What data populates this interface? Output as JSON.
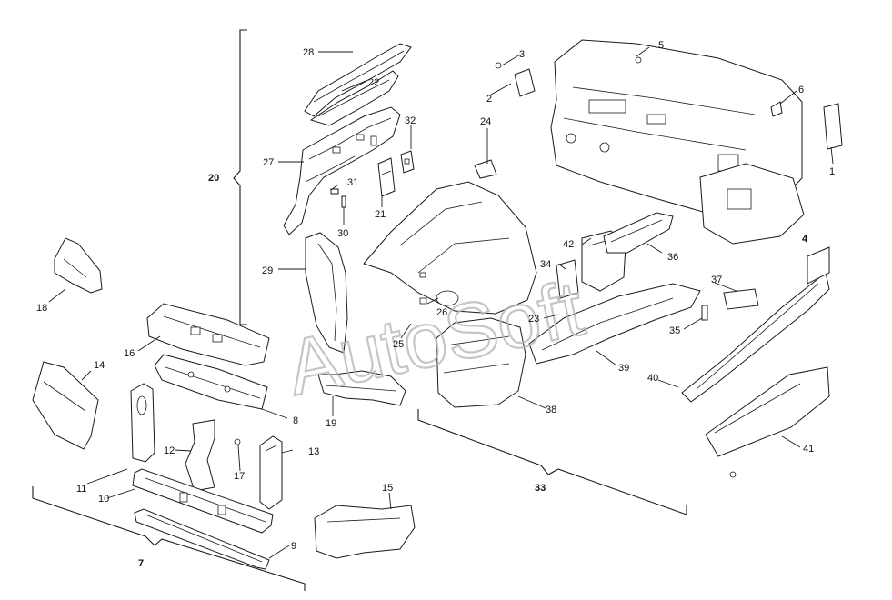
{
  "watermark": "AutoSoft",
  "callouts": {
    "n1": "1",
    "n2": "2",
    "n3": "3",
    "n4": "4",
    "n5": "5",
    "n6": "6",
    "n7": "7",
    "n8": "8",
    "n9": "9",
    "n10": "10",
    "n11": "11",
    "n12": "12",
    "n13": "13",
    "n14": "14",
    "n15": "15",
    "n16": "16",
    "n17": "17",
    "n18": "18",
    "n19": "19",
    "n20": "20",
    "n21": "21",
    "n22": "22",
    "n23": "23",
    "n24": "24",
    "n25": "25",
    "n26": "26",
    "n27": "27",
    "n28": "28",
    "n29": "29",
    "n30": "30",
    "n31": "31",
    "n32": "32",
    "n33": "33",
    "n34": "34",
    "n35": "35",
    "n36": "36",
    "n37": "37",
    "n38": "38",
    "n39": "39",
    "n40": "40",
    "n41": "41",
    "n42": "42"
  }
}
